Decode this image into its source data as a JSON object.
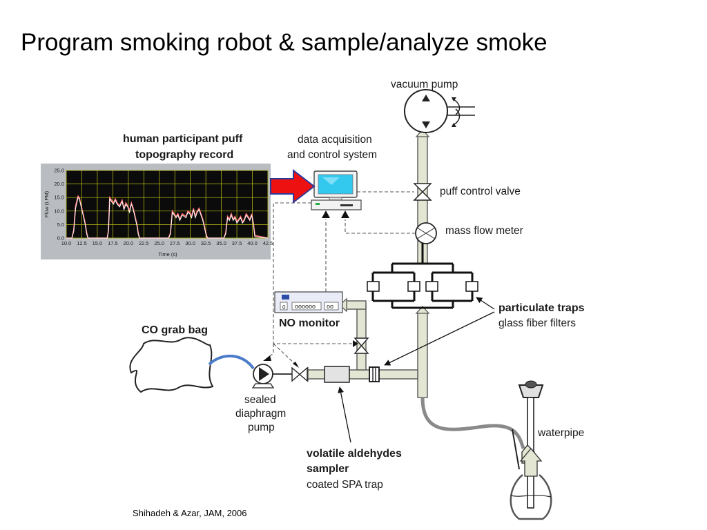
{
  "slide": {
    "title": "Program smoking robot & sample/analyze smoke",
    "citation": "Shihadeh & Azar, JAM, 2006"
  },
  "labels": {
    "vacuum_pump": "vacuum pump",
    "daq_line1": "data acquisition",
    "daq_line2": "and control system",
    "puff_record_line1": "human participant puff",
    "puff_record_line2": "topography record",
    "puff_control_valve": "puff control valve",
    "mass_flow_meter": "mass flow meter",
    "particulate_traps": "particulate traps",
    "glass_fiber_filters": "glass fiber filters",
    "no_monitor": "NO monitor",
    "no_monitor_display": "oooooo",
    "no_monitor_display2": "oo",
    "co_grab_bag": "CO grab bag",
    "pump_line1": "sealed",
    "pump_line2": "diaphragm",
    "pump_line3": "pump",
    "aldehydes_line1": "volatile aldehydes",
    "aldehydes_line2": "sampler",
    "aldehydes_line3": "coated SPA trap",
    "waterpipe": "waterpipe"
  },
  "colors": {
    "pipe_fill": "#e3e6d3",
    "pipe_stroke": "#555555",
    "chart_bg": "#0b0b0b",
    "chart_frame": "#b9bdc1",
    "grid_line": "#c6c617",
    "trace_a": "#ff6f6f",
    "trace_b": "#ffffff",
    "red_arrow": "#ee1111",
    "arrow_outline": "#2a3a9a",
    "monitor_screen": "#33c9ef",
    "co_tube": "#4a7cc9"
  },
  "chart_data": {
    "type": "line",
    "title": "",
    "xlabel": "Time (s)",
    "ylabel": "Flow (LPM)",
    "xlim": [
      10.0,
      42.5
    ],
    "ylim": [
      0.0,
      25.0
    ],
    "xticks": [
      "10.0",
      "12.5",
      "15.0",
      "17.5",
      "20.0",
      "22.5",
      "25.0",
      "27.5",
      "30.0",
      "32.5",
      "35.0",
      "37.5",
      "40.0",
      "42.5"
    ],
    "yticks": [
      "0.0",
      "5.0",
      "10.0",
      "15.0",
      "20.0",
      "25.0"
    ],
    "grid": true,
    "series": [
      {
        "color_key": "trace_a",
        "x": [
          10.0,
          10.9,
          11.2,
          11.5,
          11.9,
          12.1,
          12.4,
          12.7,
          13.0,
          13.3,
          13.5,
          16.6,
          16.8,
          17.0,
          17.3,
          17.6,
          17.9,
          18.2,
          18.6,
          19.0,
          19.3,
          19.6,
          19.9,
          20.2,
          20.5,
          20.8,
          21.1,
          21.4,
          21.6,
          21.8,
          26.5,
          26.8,
          27.1,
          27.4,
          27.7,
          28.0,
          28.3,
          28.7,
          29.0,
          29.3,
          29.6,
          29.9,
          30.2,
          30.5,
          30.8,
          31.1,
          31.4,
          31.7,
          32.0,
          32.3,
          32.6,
          32.8,
          35.4,
          35.7,
          36.0,
          36.3,
          36.6,
          36.9,
          37.2,
          37.5,
          37.8,
          38.1,
          38.4,
          38.7,
          39.0,
          39.3,
          39.6,
          39.9,
          40.2,
          40.4,
          42.5
        ],
        "y": [
          0,
          0,
          3,
          12,
          15.5,
          15,
          12,
          9,
          6,
          2,
          0,
          0,
          3,
          15,
          14,
          13,
          14.5,
          13,
          12,
          14,
          11,
          13,
          12,
          10,
          13,
          11,
          8,
          5,
          2,
          0,
          0,
          2,
          10,
          9,
          8,
          9,
          7,
          9,
          8.5,
          8,
          10,
          9.5,
          8,
          11,
          8,
          10,
          11,
          9,
          7,
          4,
          1,
          0,
          0,
          2,
          8,
          7,
          9,
          7,
          8,
          6,
          7,
          8,
          6,
          7,
          9,
          8,
          7,
          9,
          5,
          1,
          0
        ]
      },
      {
        "color_key": "trace_b",
        "x": [
          10.0,
          10.9,
          11.2,
          11.5,
          11.9,
          12.1,
          12.4,
          12.7,
          13.0,
          13.3,
          13.5,
          16.6,
          16.8,
          17.0,
          17.3,
          17.6,
          17.9,
          18.2,
          18.6,
          19.0,
          19.3,
          19.6,
          19.9,
          20.2,
          20.5,
          20.8,
          21.1,
          21.4,
          21.6,
          21.8,
          26.5,
          26.8,
          27.1,
          27.4,
          27.7,
          28.0,
          28.3,
          28.7,
          29.0,
          29.3,
          29.6,
          29.9,
          30.2,
          30.5,
          30.8,
          31.1,
          31.4,
          31.7,
          32.0,
          32.3,
          32.6,
          32.8,
          35.4,
          35.7,
          36.0,
          36.3,
          36.6,
          36.9,
          37.2,
          37.5,
          37.8,
          38.1,
          38.4,
          38.7,
          39.0,
          39.3,
          39.6,
          39.9,
          40.2,
          40.4,
          42.5
        ],
        "y": [
          0,
          0,
          2.5,
          11,
          15,
          14.5,
          11.5,
          8.5,
          5.5,
          1.5,
          0,
          0,
          2.5,
          14.5,
          13.5,
          12.5,
          14,
          12.5,
          11.5,
          13.5,
          10.5,
          12.5,
          11.5,
          9.5,
          12.5,
          10.5,
          7.5,
          4.5,
          1.5,
          0,
          0,
          1.5,
          9.5,
          8.5,
          7.5,
          8.5,
          6.5,
          8.5,
          8,
          7.5,
          9.5,
          9,
          7.5,
          10.5,
          7.5,
          9.5,
          10.5,
          8.5,
          6.5,
          3.5,
          0.5,
          0,
          0,
          1.5,
          7.5,
          6.5,
          8.5,
          6.5,
          7.5,
          5.5,
          6.5,
          7.5,
          5.5,
          6.5,
          8.5,
          7.5,
          6.5,
          8.5,
          4.5,
          0.5,
          0
        ]
      }
    ]
  }
}
